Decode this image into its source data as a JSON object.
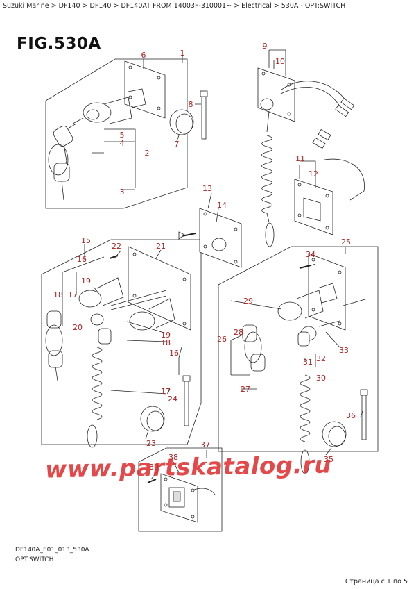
{
  "breadcrumb": "Suzuki Marine > DF140 > DF140 > DF140AT FROM 14003F-310001~ > Electrical > 530A - OPT:SWITCH",
  "figure_title": "FIG.530A",
  "footer": {
    "code": "DF140A_E01_013_530A",
    "caption": "OPT:SWITCH",
    "page_indicator": "Страница с 1 по 5"
  },
  "watermark": "www.partskatalog.ru",
  "colors": {
    "callout": "#b02020",
    "watermark": "#e02828",
    "line": "#222222"
  },
  "callouts": [
    {
      "label": "1"
    },
    {
      "label": "2"
    },
    {
      "label": "3"
    },
    {
      "label": "4"
    },
    {
      "label": "5"
    },
    {
      "label": "6"
    },
    {
      "label": "7"
    },
    {
      "label": "8"
    },
    {
      "label": "9"
    },
    {
      "label": "10"
    },
    {
      "label": "11"
    },
    {
      "label": "12"
    },
    {
      "label": "13"
    },
    {
      "label": "14"
    },
    {
      "label": "15"
    },
    {
      "label": "16"
    },
    {
      "label": "16"
    },
    {
      "label": "17"
    },
    {
      "label": "17"
    },
    {
      "label": "18"
    },
    {
      "label": "18"
    },
    {
      "label": "19"
    },
    {
      "label": "19"
    },
    {
      "label": "20"
    },
    {
      "label": "21"
    },
    {
      "label": "22"
    },
    {
      "label": "23"
    },
    {
      "label": "24"
    },
    {
      "label": "25"
    },
    {
      "label": "26"
    },
    {
      "label": "27"
    },
    {
      "label": "28"
    },
    {
      "label": "29"
    },
    {
      "label": "30"
    },
    {
      "label": "31"
    },
    {
      "label": "32"
    },
    {
      "label": "33"
    },
    {
      "label": "34"
    },
    {
      "label": "35"
    },
    {
      "label": "36"
    },
    {
      "label": "37"
    },
    {
      "label": "38"
    },
    {
      "label": "39"
    }
  ]
}
